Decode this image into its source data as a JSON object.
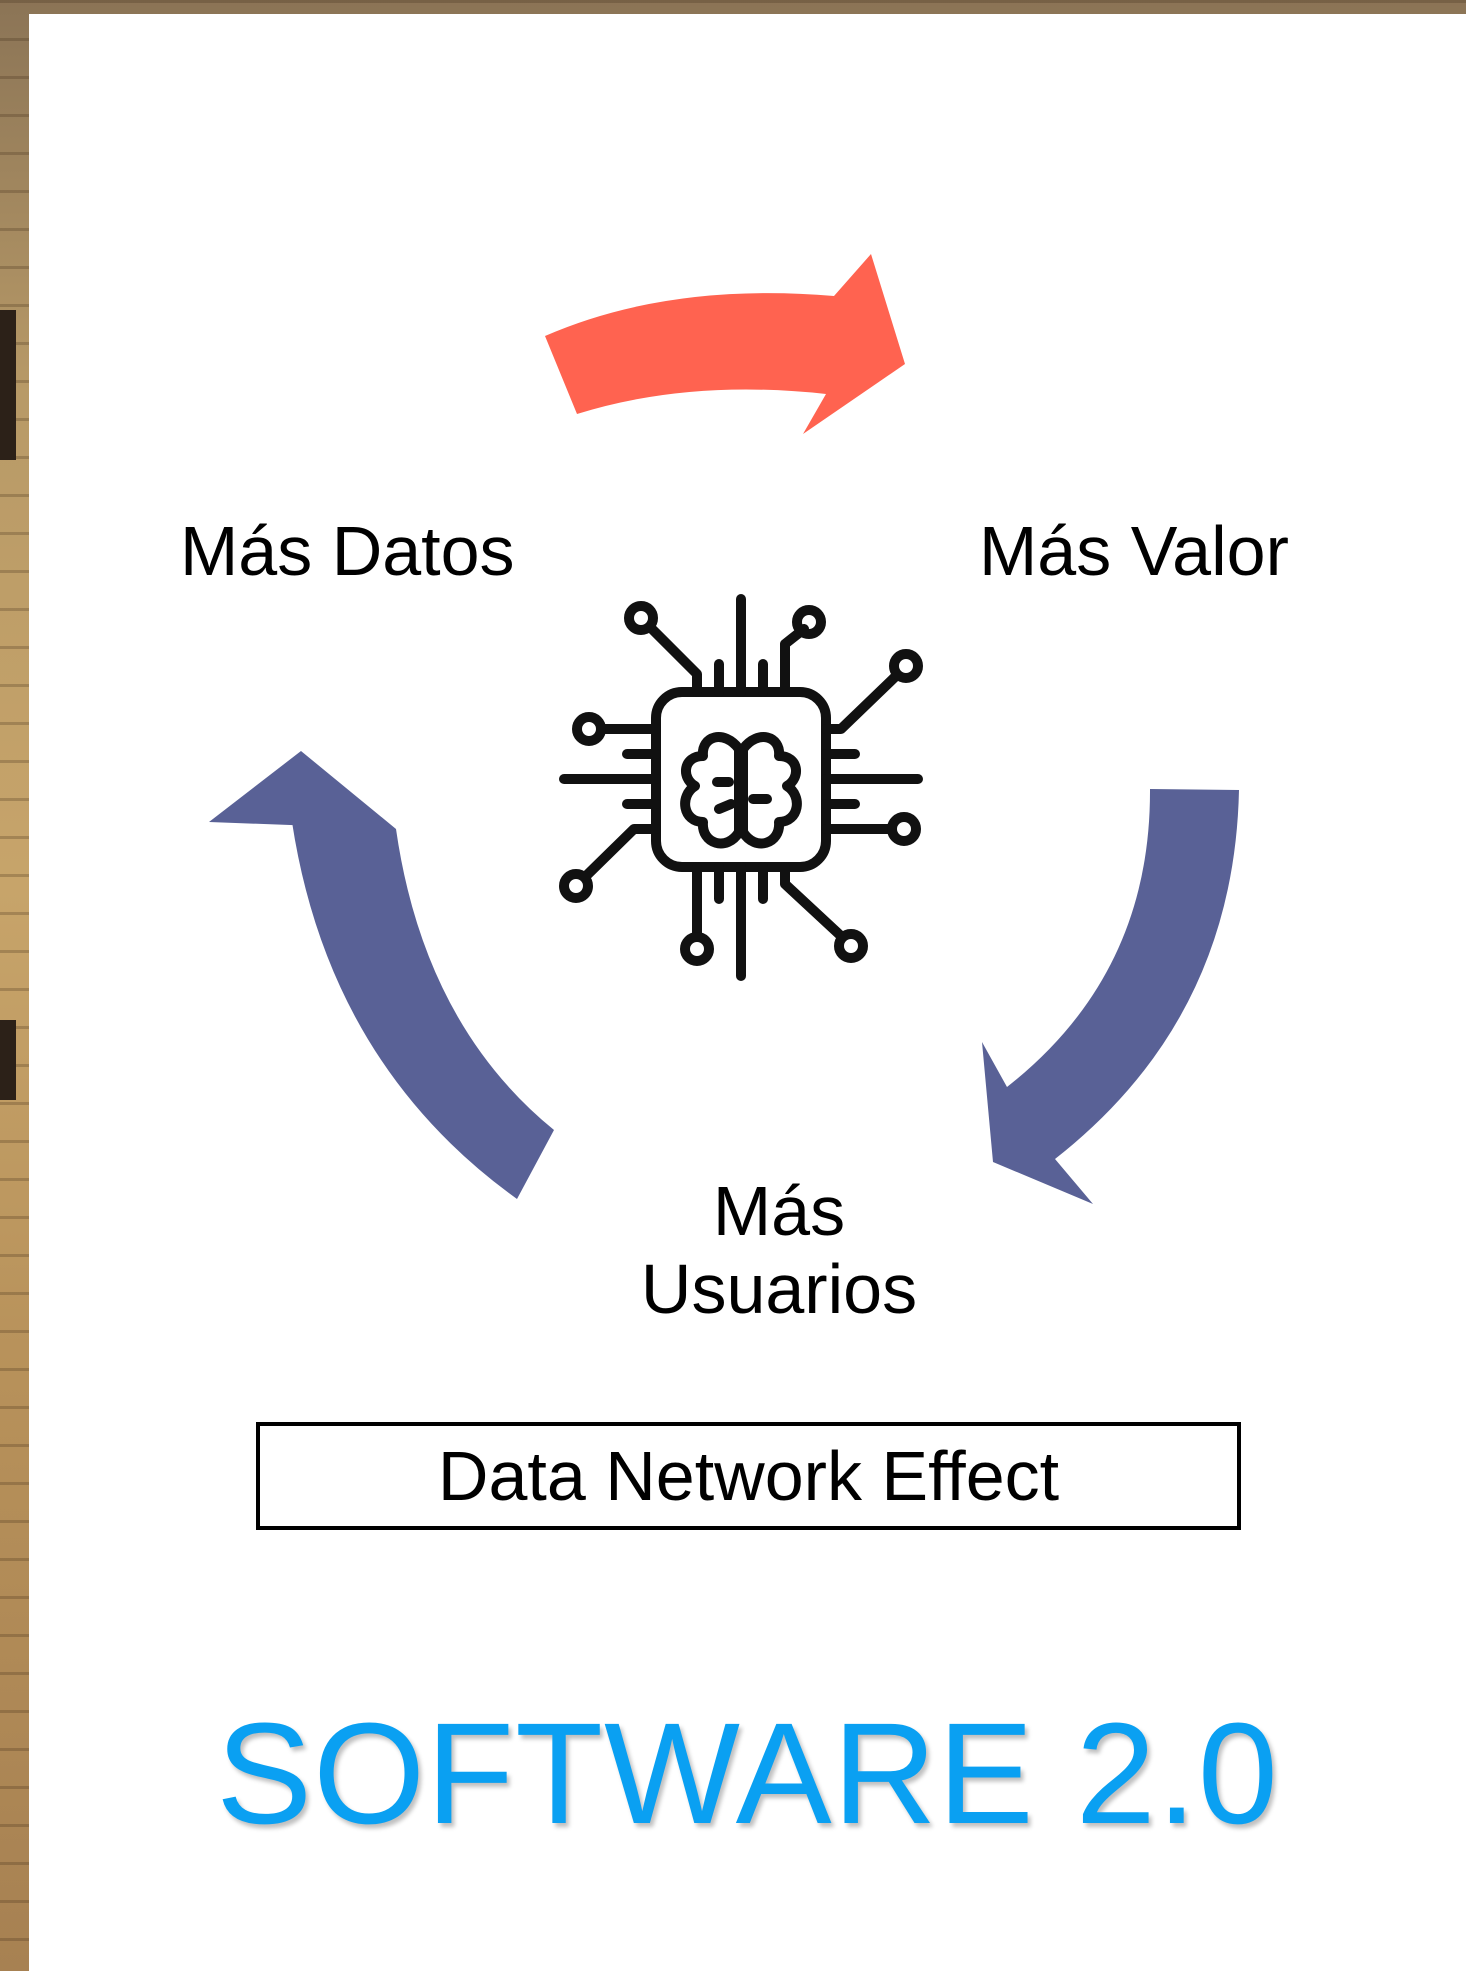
{
  "diagram": {
    "nodes": {
      "datos": "Más Datos",
      "valor": "Más Valor",
      "usuarios": "Más Usuarios"
    },
    "effect_label": "Data Network Effect",
    "center_icon": "ai-chip-brain-icon",
    "arrows": {
      "datos_to_valor": {
        "color": "#ff6350"
      },
      "valor_to_usuarios": {
        "color": "#596196"
      },
      "usuarios_to_datos": {
        "color": "#596196"
      }
    }
  },
  "title": "SOFTWARE 2.0",
  "colors": {
    "title": "#0aa0f2",
    "arrow_red": "#ff6350",
    "arrow_blue": "#596196"
  }
}
